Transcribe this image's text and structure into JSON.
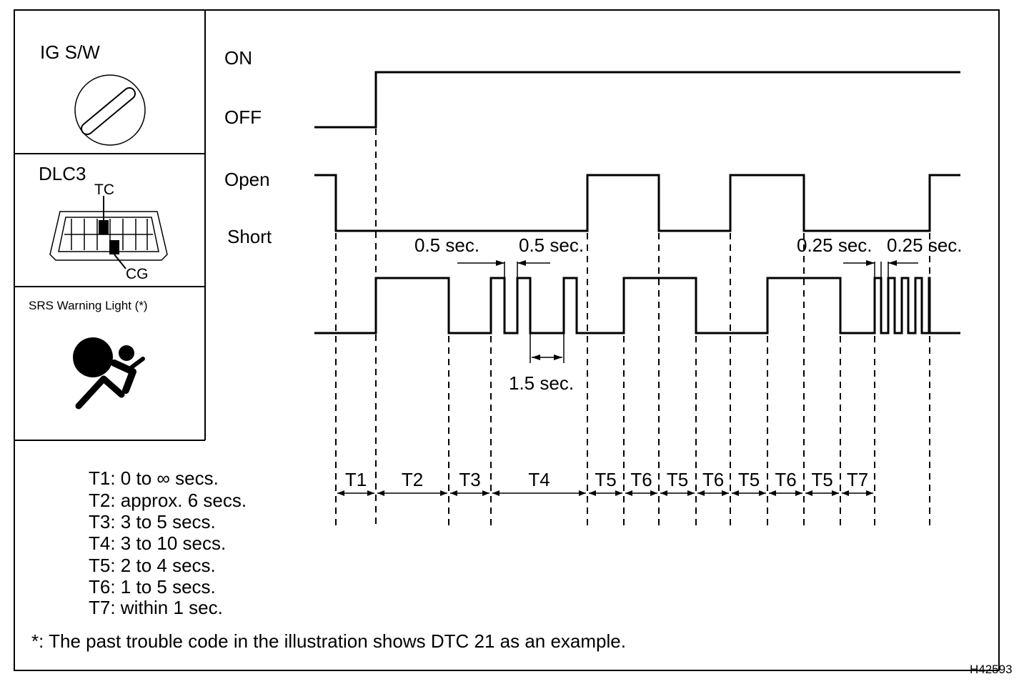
{
  "left_panel": {
    "ig_label": "IG S/W",
    "dlc_label": "DLC3",
    "tc_label": "TC",
    "cg_label": "CG",
    "srs_label": "SRS Warning Light (*)"
  },
  "signal_labels": {
    "on": "ON",
    "off": "OFF",
    "open": "Open",
    "short": "Short"
  },
  "pulse_annotations": {
    "half_sec_1": "0.5 sec.",
    "half_sec_2": "0.5 sec.",
    "one_half_sec": "1.5 sec.",
    "quarter_sec_1": "0.25 sec.",
    "quarter_sec_2": "0.25 sec."
  },
  "intervals": [
    "T1",
    "T2",
    "T3",
    "T4",
    "T5",
    "T6",
    "T5",
    "T6",
    "T5",
    "T6",
    "T5",
    "T7"
  ],
  "legend": [
    "T1: 0 to ∞ secs.",
    "T2: approx. 6 secs.",
    "T3: 3 to 5 secs.",
    "T4: 3 to 10 secs.",
    "T5: 2 to 4 secs.",
    "T6: 1 to 5 secs.",
    "T7: within 1 sec."
  ],
  "footnote": "*: The past trouble code in the illustration shows DTC 21 as an example.",
  "figure_id": "H42593",
  "icons": [
    "ignition-key-icon",
    "dlc3-connector-icon",
    "airbag-warning-icon"
  ]
}
